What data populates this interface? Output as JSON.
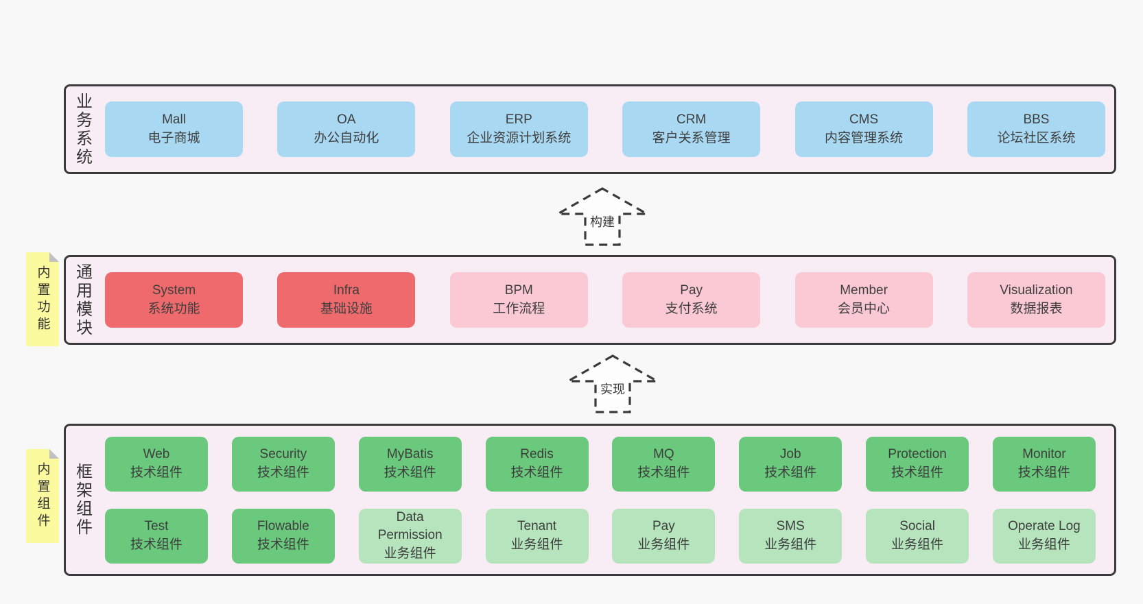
{
  "colors": {
    "background": "#f8f8f8",
    "panel": "#f8edf5",
    "border": "#3b3b3b",
    "note": "#fbfa9e",
    "blue": "#a9d9f2",
    "red": "#ef6a6c",
    "pink": "#fac9d3",
    "green": "#6ac97c",
    "lightgreen": "#b6e5bd",
    "arrow_fill": "#fdfdfd"
  },
  "arrows": [
    {
      "label": "构建"
    },
    {
      "label": "实现"
    }
  ],
  "layers": [
    {
      "side_label": "业务系统",
      "note": "",
      "rows": [
        [
          {
            "title": "Mall",
            "subtitle": "电子商城",
            "variant": "blue"
          },
          {
            "title": "OA",
            "subtitle": "办公自动化",
            "variant": "blue"
          },
          {
            "title": "ERP",
            "subtitle": "企业资源计划系统",
            "variant": "blue"
          },
          {
            "title": "CRM",
            "subtitle": "客户关系管理",
            "variant": "blue"
          },
          {
            "title": "CMS",
            "subtitle": "内容管理系统",
            "variant": "blue"
          },
          {
            "title": "BBS",
            "subtitle": "论坛社区系统",
            "variant": "blue"
          }
        ]
      ]
    },
    {
      "side_label": "通用模块",
      "note": "内置功能",
      "rows": [
        [
          {
            "title": "System",
            "subtitle": "系统功能",
            "variant": "red"
          },
          {
            "title": "Infra",
            "subtitle": "基础设施",
            "variant": "red"
          },
          {
            "title": "BPM",
            "subtitle": "工作流程",
            "variant": "pink"
          },
          {
            "title": "Pay",
            "subtitle": "支付系统",
            "variant": "pink"
          },
          {
            "title": "Member",
            "subtitle": "会员中心",
            "variant": "pink"
          },
          {
            "title": "Visualization",
            "subtitle": "数据报表",
            "variant": "pink"
          }
        ]
      ]
    },
    {
      "side_label": "框架组件",
      "note": "内置组件",
      "rows": [
        [
          {
            "title": "Web",
            "subtitle": "技术组件",
            "variant": "green"
          },
          {
            "title": "Security",
            "subtitle": "技术组件",
            "variant": "green"
          },
          {
            "title": "MyBatis",
            "subtitle": "技术组件",
            "variant": "green"
          },
          {
            "title": "Redis",
            "subtitle": "技术组件",
            "variant": "green"
          },
          {
            "title": "MQ",
            "subtitle": "技术组件",
            "variant": "green"
          },
          {
            "title": "Job",
            "subtitle": "技术组件",
            "variant": "green"
          },
          {
            "title": "Protection",
            "subtitle": "技术组件",
            "variant": "green"
          },
          {
            "title": "Monitor",
            "subtitle": "技术组件",
            "variant": "green"
          }
        ],
        [
          {
            "title": "Test",
            "subtitle": "技术组件",
            "variant": "green"
          },
          {
            "title": "Flowable",
            "subtitle": "技术组件",
            "variant": "green"
          },
          {
            "title": "Data Permission",
            "subtitle": "业务组件",
            "variant": "lightgreen"
          },
          {
            "title": "Tenant",
            "subtitle": "业务组件",
            "variant": "lightgreen"
          },
          {
            "title": "Pay",
            "subtitle": "业务组件",
            "variant": "lightgreen"
          },
          {
            "title": "SMS",
            "subtitle": "业务组件",
            "variant": "lightgreen"
          },
          {
            "title": "Social",
            "subtitle": "业务组件",
            "variant": "lightgreen"
          },
          {
            "title": "Operate Log",
            "subtitle": "业务组件",
            "variant": "lightgreen"
          }
        ]
      ]
    }
  ]
}
